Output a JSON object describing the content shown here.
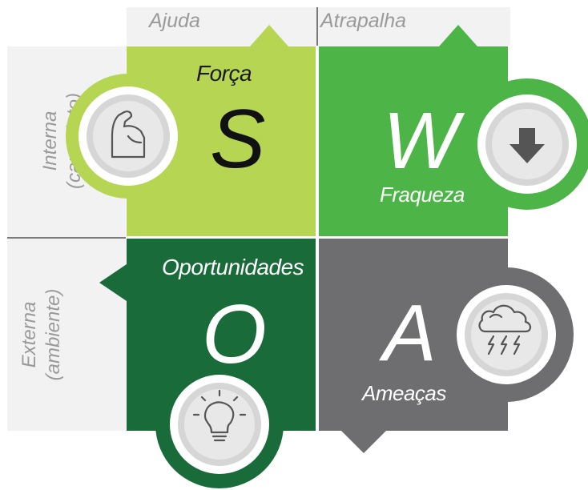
{
  "headers": {
    "helps": "Ajuda",
    "hinders": "Atrapalha"
  },
  "rows": {
    "internal": {
      "line1": "Interna",
      "line2": "(candidato)"
    },
    "external": {
      "line1": "Externa",
      "line2": "(ambiente)"
    }
  },
  "quadrants": {
    "strengths": {
      "letter": "S",
      "title": "Força",
      "color": "#b6d553",
      "icon": "muscle-icon"
    },
    "weaknesses": {
      "letter": "W",
      "title": "Fraqueza",
      "color": "#4db548",
      "icon": "arrow-down-icon"
    },
    "opportunities": {
      "letter": "O",
      "title": "Oportunidades",
      "color": "#1a6b3a",
      "icon": "lightbulb-icon"
    },
    "threats": {
      "letter": "A",
      "title": "Ameaças",
      "color": "#6e6e70",
      "icon": "storm-cloud-icon"
    }
  }
}
